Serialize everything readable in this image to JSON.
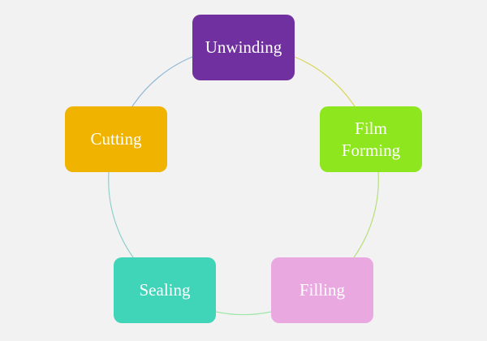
{
  "diagram": {
    "type": "cycle",
    "steps": [
      {
        "id": "unwinding",
        "label": "Unwinding",
        "color": "#7030a0"
      },
      {
        "id": "film",
        "label": "Film\nForming",
        "color": "#8ee61e"
      },
      {
        "id": "filling",
        "label": "Filling",
        "color": "#eaa8e0"
      },
      {
        "id": "sealing",
        "label": "Sealing",
        "color": "#40d4b8"
      },
      {
        "id": "cutting",
        "label": "Cutting",
        "color": "#f0b400"
      }
    ],
    "connector_colors": {
      "unwinding_film": "#d8d65a",
      "film_filling": "#b6e07a",
      "filling_sealing": "#9ee6a8",
      "sealing_cutting": "#8fd0cc",
      "cutting_unwinding": "#8fb8d8"
    },
    "background": "#f2f2f2"
  }
}
